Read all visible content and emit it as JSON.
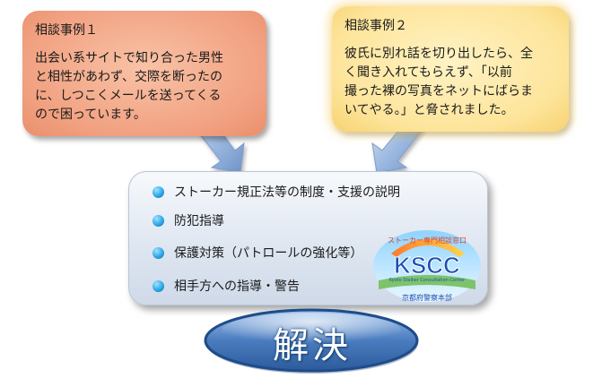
{
  "cases": [
    {
      "title": "相談事例１",
      "lines": [
        "出会い系サイトで知り合った男性",
        "と相性があわず、交際を断ったの",
        "に、しつこくメールを送ってくる",
        "ので困っています。"
      ]
    },
    {
      "title": "相談事例２",
      "lines": [
        "彼氏に別れ話を切り出したら、全",
        "く聞き入れてもらえず、「以前",
        "撮った裸の写真をネットにばらま",
        "いてやる。」と脅されました。"
      ]
    }
  ],
  "measures": [
    "ストーカー規正法等の制度・支援の説明",
    "防犯指導",
    "保護対策（パトロールの強化等）",
    "相手方への指導・警告"
  ],
  "logo": {
    "header": "ストーカー専門相談窓口",
    "acronym": "KSCC",
    "subtitle": "Kyoto Stalker Consultation Center",
    "footer": "京都府警察本部"
  },
  "resolution": "解決",
  "colors": {
    "case1_fill": "#f1a181",
    "case2_fill": "#fde49a",
    "panel_fill": "#dde5f0",
    "arrow_fill": "#8fb0dc",
    "bullet": "#2ea7e6",
    "resolution_fill": "#4a7cbf"
  }
}
